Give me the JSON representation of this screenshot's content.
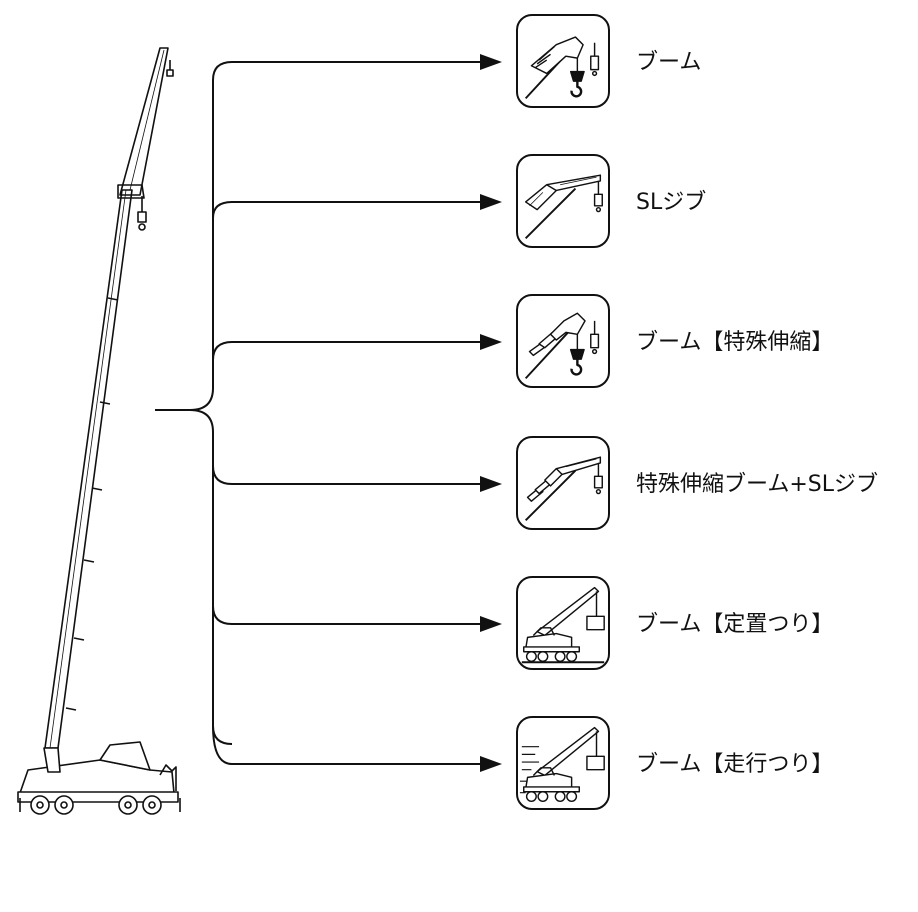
{
  "modes": [
    {
      "label": "ブーム",
      "icon": "boom-hook-icon"
    },
    {
      "label": "SLジブ",
      "icon": "sl-jib-icon"
    },
    {
      "label": "ブーム【特殊伸縮】",
      "icon": "special-telescoping-boom-icon"
    },
    {
      "label": "特殊伸縮ブーム+SLジブ",
      "icon": "special-boom-sl-jib-icon"
    },
    {
      "label": "ブーム【定置つり】",
      "icon": "stationary-lifting-crane-icon"
    },
    {
      "label": "ブーム【走行つり】",
      "icon": "pick-and-carry-crane-icon"
    }
  ],
  "colors": {
    "line": "#111111",
    "background": "#ffffff"
  }
}
